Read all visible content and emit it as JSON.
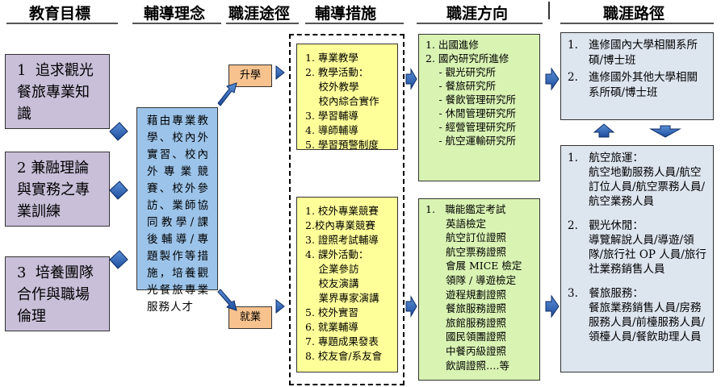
{
  "headers": {
    "goals": "教育目標",
    "philosophy": "輔導理念",
    "route": "職涯途徑",
    "measures": "輔導措施",
    "direction": "職涯方向",
    "path": "職涯路徑"
  },
  "goals": [
    {
      "num": "1",
      "text": "追求觀光餐旅專業知識"
    },
    {
      "num": "2",
      "text": "兼融理論與實務之專業訓練"
    },
    {
      "num": "3",
      "text": "培養團隊合作與職場倫理"
    }
  ],
  "philosophy": "藉由專業教學、校內外實習、校內外專業競賽、校外參訪、業師協同教學/課後輔導/專題製作等措施，培養觀光餐旅專業服務人才",
  "routes": {
    "upper": "升學",
    "lower": "就業"
  },
  "measures_upper": [
    "1. 專業教學",
    "2. 教學活動：",
    "　 校外教學",
    "　 校內綜合實作",
    "3. 學習輔導",
    "4. 導師輔導",
    "5. 學習預警制度"
  ],
  "measures_lower": [
    "1. 校外專業競賽",
    "2.校內專業競賽",
    "3. 證照考試輔導",
    "4. 課外活動：",
    "　 企業參訪",
    "　 校友演講",
    "　 業界專家演講",
    "5. 校外實習",
    "6. 就業輔導",
    "7. 專題成果發表",
    "8. 校友會/系友會"
  ],
  "direction_upper": [
    "1. 出國進修",
    "2. 國內研究所進修",
    "　 - 觀光研究所",
    "　 - 餐旅研究所",
    "　 - 餐飲管理研究所",
    "　 - 休閒管理研究所",
    "　 - 經營管理研究所",
    "　 - 航空運輸研究所"
  ],
  "direction_lower": [
    "1.　職能鑑定考試",
    "　　英語檢定",
    "　　航空訂位證照",
    "　　航空票務證照",
    "　　會展 MICE 檢定",
    "　　領隊 / 導遊檢定",
    "　　遊程規劃證照",
    "　　餐旅服務證照",
    "　　旅館服務證照",
    "　　國民領團證照",
    "　　中餐丙級證照",
    "　　飲調證照….等"
  ],
  "path_upper": [
    {
      "num": "1.",
      "text": "進修國內大學相關系所碩/博士班"
    },
    {
      "num": "2.",
      "text": "進修國外其他大學相關系所碩/博士班"
    }
  ],
  "path_lower": [
    {
      "title": "1.　航空旅運：",
      "body": "航空地勤服務人員/航空訂位人員/航空票務人員/航空業務人員"
    },
    {
      "title": "2.　觀光休閒：",
      "body": "導覽解說人員/導遊/領隊/旅行社 OP 人員/旅行社業務銷售人員"
    },
    {
      "title": "3.　餐旅服務：",
      "body": "餐旅業務銷售人員/房務服務人員/前檯服務人員/領檯人員/餐飲助理人員"
    }
  ],
  "colors": {
    "purple": "#c9bfd9",
    "blue": "#9cc4ea",
    "yellow": "#ffff99",
    "green": "#d9f3b3",
    "gray": "#dde5ef",
    "orange": "#f8c28e",
    "arrow": "#1f4e9e"
  }
}
